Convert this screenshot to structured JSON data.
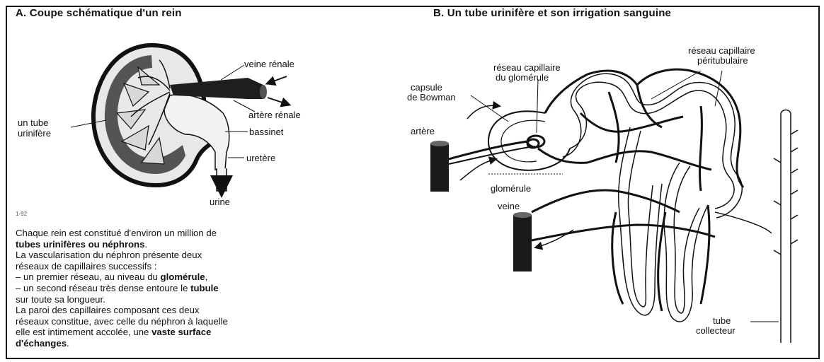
{
  "panel_a": {
    "title": "A. Coupe schématique d'un rein",
    "labels": {
      "veine_renale": "veine rénale",
      "artere_renale": "artère rénale",
      "tube_line1": "un tube",
      "tube_line2": "urinifère",
      "bassinet": "bassinet",
      "uretere": "uretère",
      "urine": "urine"
    },
    "fig_ref": "1-92",
    "text": {
      "l1a": "Chaque rein est constitué d'environ un million de",
      "l2b": "tubes urinifères ou néphrons",
      "l2c": ".",
      "l3": "La vascularisation du néphron présente deux",
      "l4": "réseaux de capillaires successifs :",
      "l5a": "– un premier réseau, au niveau du ",
      "l5b": "glomérule",
      "l5c": ",",
      "l6a": "– un second réseau très dense entoure le ",
      "l6b": "tubule",
      "l7": "sur toute sa longueur.",
      "l8": "La paroi des capillaires composant ces deux",
      "l9": "réseaux constitue, avec celle du néphron à laquelle",
      "l10a": "elle est intimement accolée, une ",
      "l10b": "vaste surface",
      "l11b": "d'échanges",
      "l11c": "."
    }
  },
  "panel_b": {
    "title": "B. Un tube urinifère et son irrigation sanguine",
    "labels": {
      "capsule_1": "capsule",
      "capsule_2": "de Bowman",
      "reseau_glom_1": "réseau capillaire",
      "reseau_glom_2": "du glomérule",
      "reseau_peri_1": "réseau capillaire",
      "reseau_peri_2": "péritubulaire",
      "artere": "artère",
      "glomerule": "glomérule",
      "veine": "veine",
      "tube_coll_1": "tube",
      "tube_coll_2": "collecteur"
    }
  }
}
